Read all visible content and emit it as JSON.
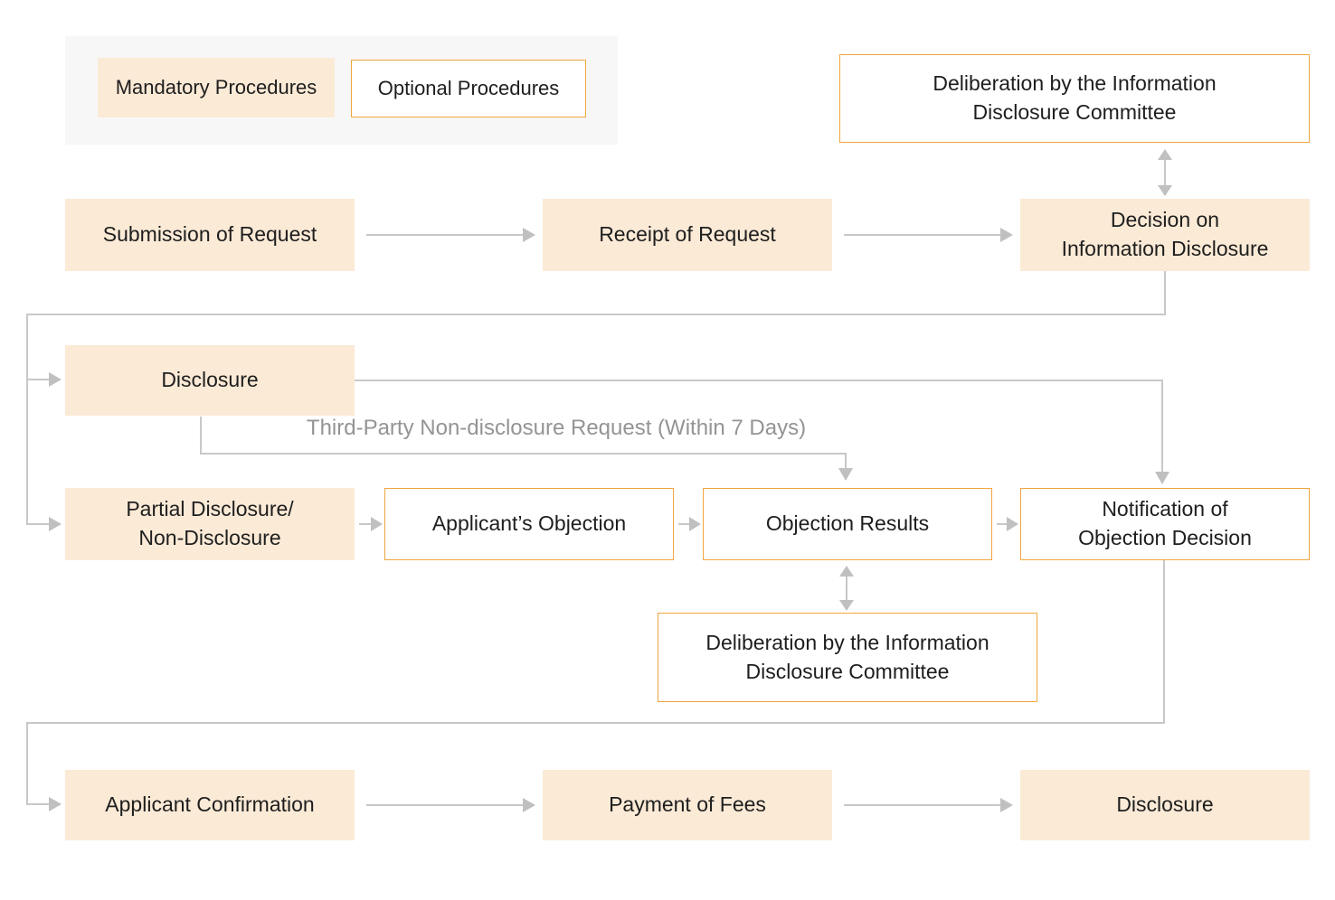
{
  "colors": {
    "mandatory_fill": "#fbead6",
    "optional_border": "#efa63f",
    "connector_line": "#c8c8c8",
    "arrowhead": "#c0c0c0",
    "branch_label_text": "#949494",
    "legend_panel_bg": "#f7f7f8",
    "node_text": "#1e1e1e"
  },
  "legend": {
    "mandatory": "Mandatory Procedures",
    "optional": "Optional Procedures"
  },
  "labels": {
    "third_party_branch": "Third-Party Non-disclosure Request (Within 7 Days)"
  },
  "nodes": {
    "deliberation_top": {
      "label": "Deliberation by the Information\nDisclosure Committee",
      "type": "optional"
    },
    "submission": {
      "label": "Submission of Request",
      "type": "mandatory"
    },
    "receipt": {
      "label": "Receipt of Request",
      "type": "mandatory"
    },
    "decision": {
      "label": "Decision on\nInformation Disclosure",
      "type": "mandatory"
    },
    "disclosure": {
      "label": "Disclosure",
      "type": "mandatory"
    },
    "partial_disclosure": {
      "label": "Partial Disclosure/\nNon-Disclosure",
      "type": "mandatory"
    },
    "applicant_objection": {
      "label": "Applicant’s Objection",
      "type": "optional"
    },
    "objection_results": {
      "label": "Objection Results",
      "type": "optional"
    },
    "notification": {
      "label": "Notification of\nObjection Decision",
      "type": "optional"
    },
    "deliberation_bottom": {
      "label": "Deliberation by the Information\nDisclosure Committee",
      "type": "optional"
    },
    "applicant_confirmation": {
      "label": "Applicant Confirmation",
      "type": "mandatory"
    },
    "payment_of_fees": {
      "label": "Payment of Fees",
      "type": "mandatory"
    },
    "final_disclosure": {
      "label": "Disclosure",
      "type": "mandatory"
    }
  }
}
